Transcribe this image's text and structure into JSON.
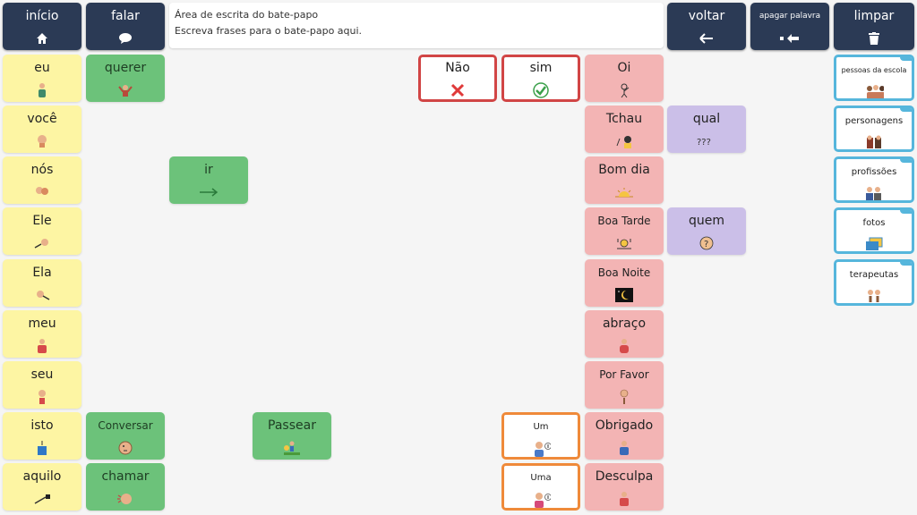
{
  "toolbar": {
    "home": "início",
    "speak": "falar",
    "back": "voltar",
    "delete_word": "apagar palavra",
    "clear": "limpar"
  },
  "chat": {
    "title": "Área de escrita do bate-papo",
    "placeholder": "Escreva frases para o bate-papo aqui."
  },
  "pronouns": [
    "eu",
    "você",
    "nós",
    "Ele",
    "Ela",
    "meu",
    "seu",
    "isto",
    "aquilo"
  ],
  "verbs": {
    "querer": "querer",
    "ir": "ir",
    "conversar": "Conversar",
    "chamar": "chamar",
    "passear": "Passear"
  },
  "responses": {
    "nao": "Não",
    "sim": "sim",
    "um": "Um",
    "uma": "Uma"
  },
  "social": [
    "Oi",
    "Tchau",
    "Bom dia",
    "Boa Tarde",
    "Boa Noite",
    "abraço",
    "Por Favor",
    "Obrigado",
    "Desculpa"
  ],
  "questions": {
    "qual": "qual",
    "quem": "quem"
  },
  "folders": [
    "pessoas da escola",
    "personagens",
    "profissões",
    "fotos",
    "terapeutas"
  ],
  "colors": {
    "toolbar": "#2b3a55",
    "pronoun": "#fdf5a3",
    "verb": "#6cc27a",
    "social": "#f3b4b4",
    "question": "#cbbfe8",
    "no_border": "#d14545",
    "article_border": "#ef8a3a",
    "folder_border": "#56b6dc"
  }
}
